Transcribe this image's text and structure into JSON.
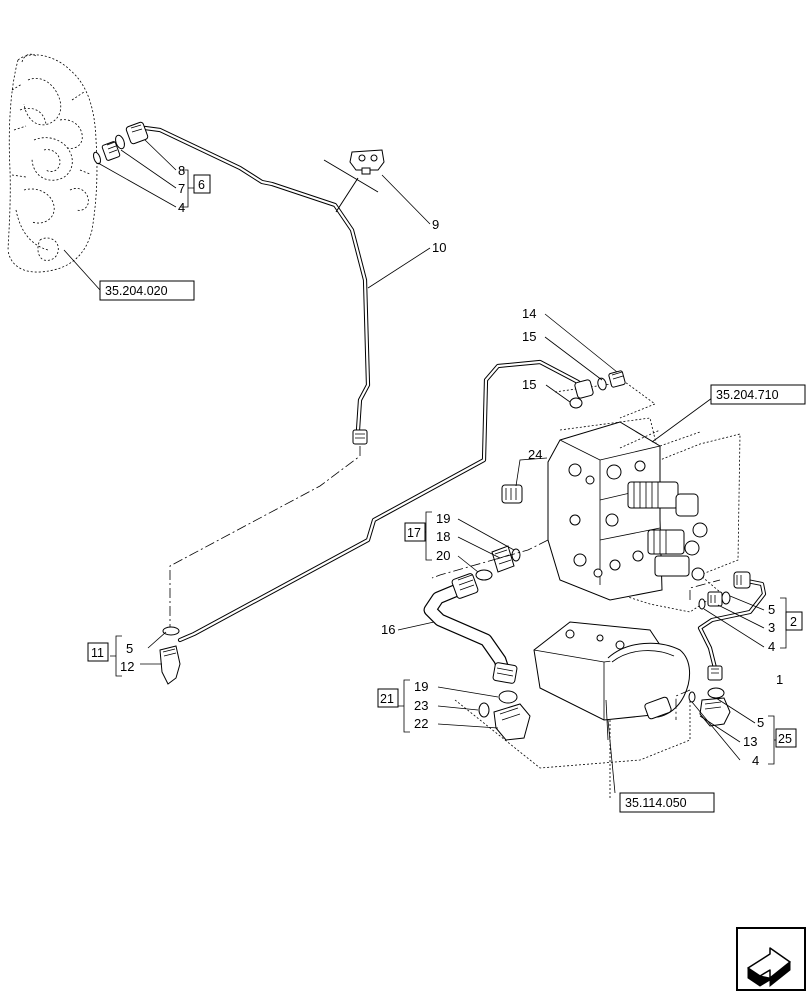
{
  "callouts": {
    "c1": "1",
    "c2": "2",
    "c3": "3",
    "c4a": "4",
    "c4b": "4",
    "c4c": "4",
    "c5a": "5",
    "c5b": "5",
    "c5c": "5",
    "c6": "6",
    "c7": "7",
    "c8": "8",
    "c9": "9",
    "c10": "10",
    "c11": "11",
    "c12": "12",
    "c13": "13",
    "c14": "14",
    "c15a": "15",
    "c15b": "15",
    "c16": "16",
    "c17": "17",
    "c18": "18",
    "c19a": "19",
    "c19b": "19",
    "c20": "20",
    "c21": "21",
    "c22": "22",
    "c23": "23",
    "c24": "24",
    "c25": "25"
  },
  "references": {
    "ref_204_020": "35.204.020",
    "ref_204_710": "35.204.710",
    "ref_114_050": "35.114.050"
  },
  "icons": {
    "nav": "page-navigation-arrow-icon"
  }
}
